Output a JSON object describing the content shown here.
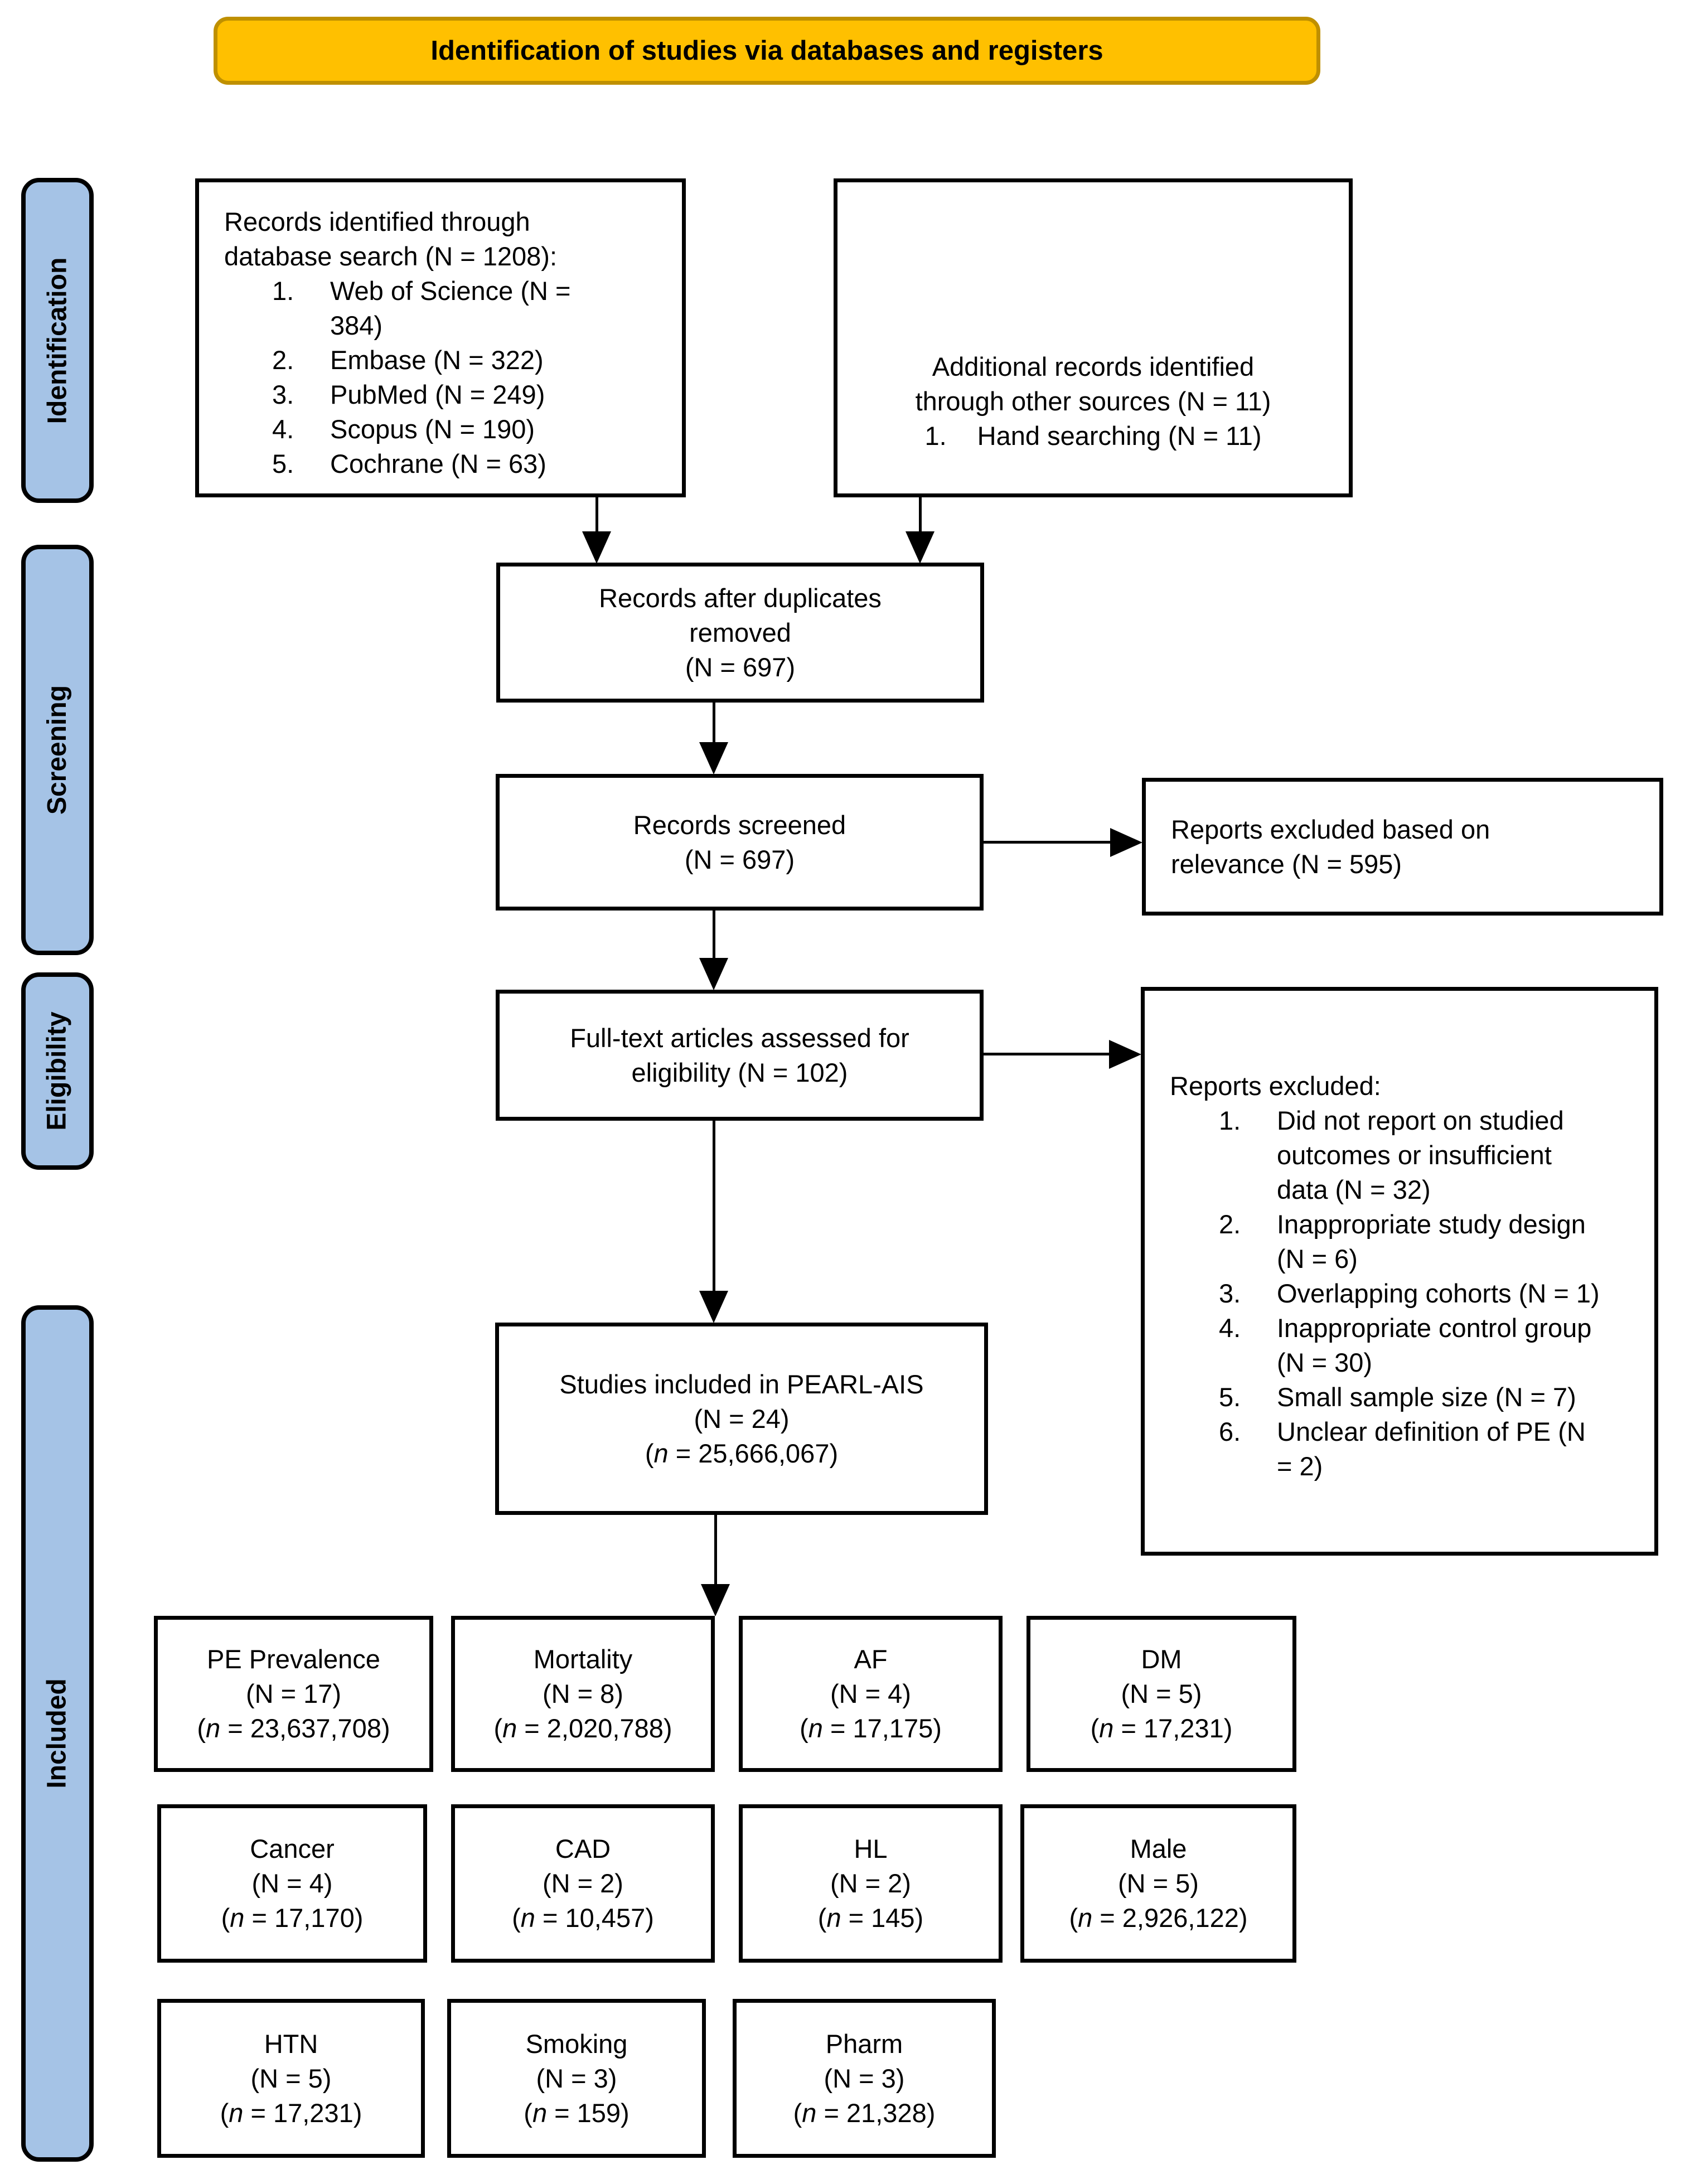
{
  "banner": {
    "label": "Identification of studies via databases and registers"
  },
  "colors": {
    "banner_bg": "#FFC000",
    "banner_border": "#BF9000",
    "stage_fill": "#A5C3E6",
    "box_border": "#000000",
    "text": "#000000",
    "background": "#FFFFFF"
  },
  "stages": [
    {
      "label": "Identification"
    },
    {
      "label": "Screening"
    },
    {
      "label": "Eligibility"
    },
    {
      "label": "Included"
    }
  ],
  "flow": {
    "db_records": {
      "line1": "Records identified through",
      "line2": "database search (N = 1208):",
      "items": [
        {
          "num": "1.",
          "text": "Web of Science (N = 384)"
        },
        {
          "num": "2.",
          "text": "Embase (N = 322)"
        },
        {
          "num": "3.",
          "text": "PubMed (N = 249)"
        },
        {
          "num": "4.",
          "text": "Scopus (N = 190)"
        },
        {
          "num": "5.",
          "text": "Cochrane (N = 63)"
        }
      ]
    },
    "other_records": {
      "line1": "Additional records identified",
      "line2": "through other sources (N = 11)",
      "item_num": "1.",
      "item_text": "Hand searching (N = 11)"
    },
    "dedup": {
      "line1": "Records after duplicates",
      "line2": "removed",
      "line3": "(N = 697)"
    },
    "screened": {
      "line1": "Records screened",
      "line2": "(N = 697)"
    },
    "excluded_relevance": {
      "line1": "Reports excluded based on",
      "line2": "relevance (N = 595)"
    },
    "fulltext": {
      "line1": "Full-text articles assessed for",
      "line2": "eligibility (N = 102)"
    },
    "excluded_fulltext": {
      "title": "Reports excluded:",
      "items": [
        {
          "num": "1.",
          "text": "Did not report on studied outcomes or insufficient data (N = 32)"
        },
        {
          "num": "2.",
          "text": "Inappropriate study design (N = 6)"
        },
        {
          "num": "3.",
          "text": "Overlapping cohorts (N = 1)"
        },
        {
          "num": "4.",
          "text": "Inappropriate control group (N = 30)"
        },
        {
          "num": "5.",
          "text": "Small sample size (N = 7)"
        },
        {
          "num": "6.",
          "text": "Unclear definition of PE (N = 2)"
        }
      ]
    },
    "included_pearl": {
      "line1": "Studies included in PEARL-AIS",
      "count": "(N = 24)",
      "n": {
        "pre": "(",
        "var": "n",
        "post": " = 25,666,067)"
      }
    }
  },
  "outcomes": [
    {
      "title": "PE Prevalence",
      "count": "(N = 17)",
      "n": {
        "pre": "(",
        "var": "n",
        "post": " = 23,637,708)"
      }
    },
    {
      "title": "Mortality",
      "count": "(N = 8)",
      "n": {
        "pre": "(",
        "var": "n",
        "post": " = 2,020,788)"
      }
    },
    {
      "title": "AF",
      "count": "(N = 4)",
      "n": {
        "pre": "(",
        "var": "n",
        "post": " = 17,175)"
      }
    },
    {
      "title": "DM",
      "count": "(N = 5)",
      "n": {
        "pre": "(",
        "var": "n",
        "post": " = 17,231)"
      }
    },
    {
      "title": "Cancer",
      "count": "(N = 4)",
      "n": {
        "pre": "(",
        "var": "n",
        "post": " = 17,170)"
      }
    },
    {
      "title": "CAD",
      "count": "(N = 2)",
      "n": {
        "pre": "(",
        "var": "n",
        "post": " = 10,457)"
      }
    },
    {
      "title": "HL",
      "count": "(N = 2)",
      "n": {
        "pre": "(",
        "var": "n",
        "post": " = 145)"
      }
    },
    {
      "title": "Male",
      "count": "(N = 5)",
      "n": {
        "pre": "(",
        "var": "n",
        "post": " = 2,926,122)"
      }
    },
    {
      "title": "HTN",
      "count": "(N = 5)",
      "n": {
        "pre": "(",
        "var": "n",
        "post": " = 17,231)"
      }
    },
    {
      "title": "Smoking",
      "count": "(N = 3)",
      "n": {
        "pre": "(",
        "var": "n",
        "post": " = 159)"
      }
    },
    {
      "title": "Pharm",
      "count": "(N = 3)",
      "n": {
        "pre": "(",
        "var": "n",
        "post": " = 21,328)"
      }
    }
  ]
}
